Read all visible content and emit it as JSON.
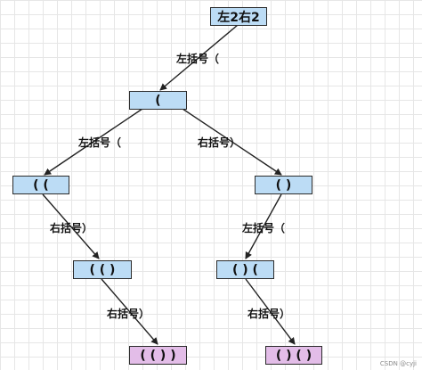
{
  "nodes": {
    "root": "左2右2",
    "l1": "(",
    "l2_left": "( (",
    "l2_right": "( )",
    "l3_left": "( ( )",
    "l3_right": "( ) (",
    "l4_left": "( ( ) )",
    "l4_right": "( ) ( )"
  },
  "edges": {
    "root_l1": "左括号（",
    "l1_l2_left": "左括号（",
    "l1_l2_right": "右括号）",
    "l2left_l3left": "右括号）",
    "l2right_l3right": "左括号（",
    "l3left_l4left": "右括号）",
    "l3right_l4right": "右括号）"
  },
  "colors": {
    "node_blue": "#bcdcf5",
    "node_purple": "#e3bde8",
    "border": "#2b2b2b"
  },
  "watermark": "CSDN @cyji"
}
